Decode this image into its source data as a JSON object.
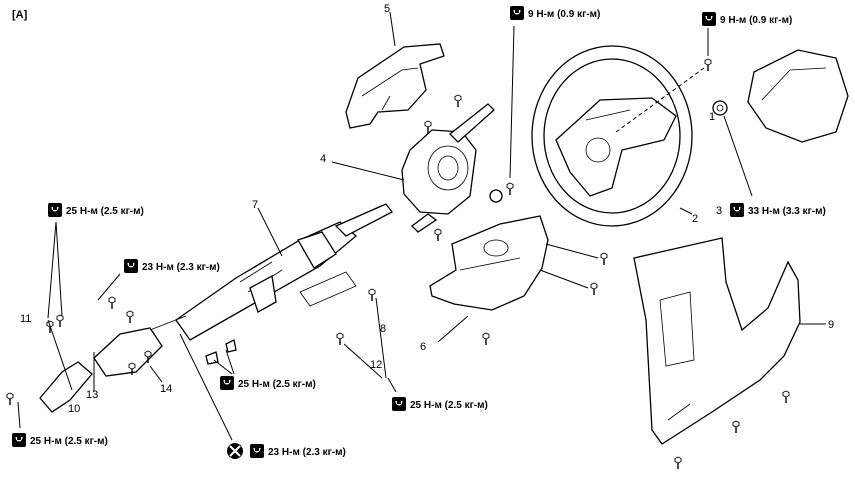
{
  "view_label": "[A]",
  "callouts": {
    "c1": "1",
    "c2": "2",
    "c3": "3",
    "c4": "4",
    "c5": "5",
    "c6": "6",
    "c7": "7",
    "c8": "8",
    "c9": "9",
    "c10": "10",
    "c11": "11",
    "c12": "12",
    "c13": "13",
    "c14": "14"
  },
  "torques": {
    "t_wheel_bolt": "9 Н-м (0.9 кг-м)",
    "t_airbag_bolt": "9 Н-м (0.9 кг-м)",
    "t_wheel_nut": "33 Н-м (3.3 кг-м)",
    "t_uj_upper": "25 Н-м (2.5 кг-м)",
    "t_bracket": "23 Н-м (2.3 кг-м)",
    "t_breakaway": "25 Н-м (2.5 кг-м)",
    "t_column": "25 Н-м (2.5 кг-м)",
    "t_uj_lower": "25 Н-м (2.5 кг-м)",
    "t_no_reuse": "23 Н-м (2.3 кг-м)"
  },
  "icons": {
    "torque": "torque-wrench-icon",
    "no_reuse": "do-not-reuse-icon"
  }
}
